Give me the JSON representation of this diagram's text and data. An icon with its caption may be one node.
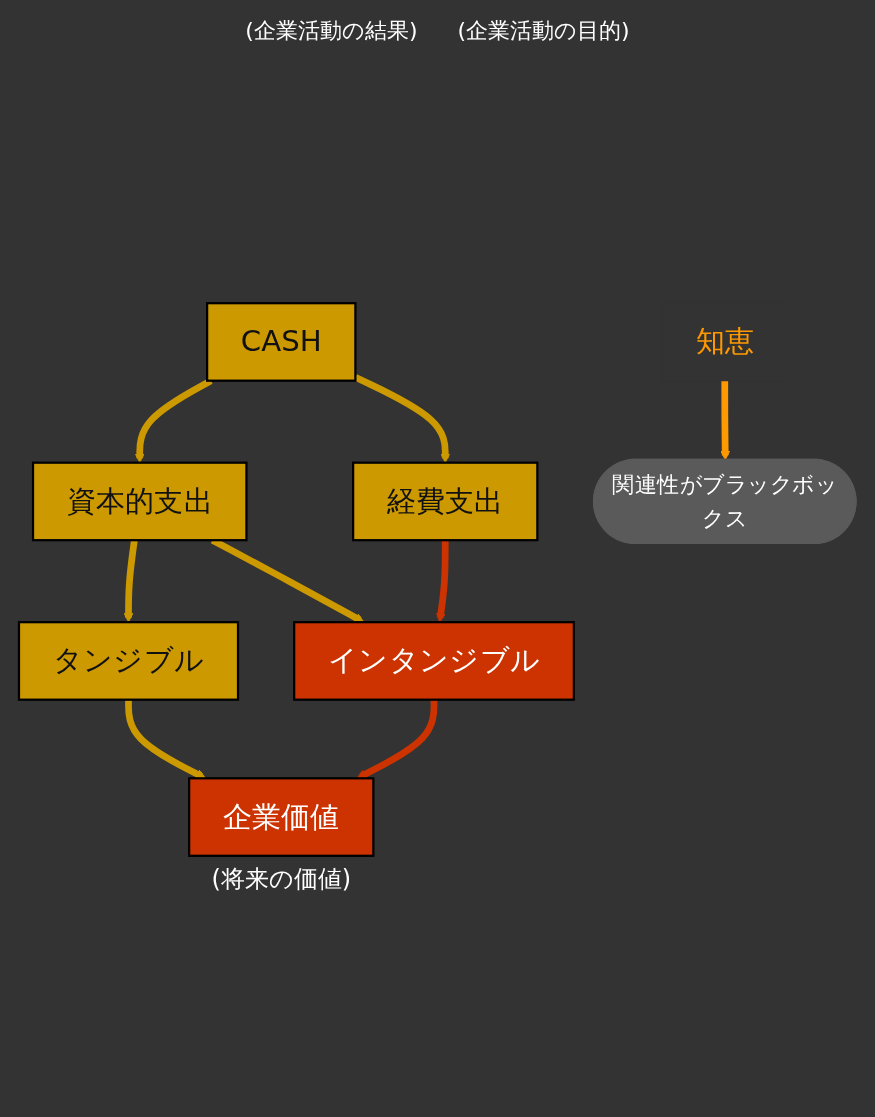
{
  "diagram": {
    "nodes": [
      {
        "text": [
          "CASH"
        ]
      },
      {
        "text": [
          "資本的支出"
        ]
      },
      {
        "text": [
          "経費支出"
        ]
      },
      {
        "text": [
          "タンジブル"
        ]
      },
      {
        "text": [
          "インタンジブル"
        ]
      },
      {
        "text": [
          "企業価値"
        ],
        "beside": [
          "(将来の価値)"
        ]
      },
      {
        "text": [
          "知恵"
        ]
      },
      {
        "text": [
          "関連性がブラックボックス"
        ]
      }
    ],
    "edges": [
      {
        "from": 0,
        "to": 1,
        "arrow": "to"
      },
      {
        "from": 0,
        "to": 2,
        "arrow": "to"
      },
      {
        "from": 1,
        "to": 3,
        "arrow": "to"
      },
      {
        "from": 1,
        "to": 4,
        "arrow": "to"
      },
      {
        "from": 2,
        "to": 4,
        "arrow": "to",
        "color": "#cc3300"
      },
      {
        "from": 3,
        "to": 5,
        "arrow": "to"
      },
      {
        "from": 4,
        "to": 5,
        "arrow": "to",
        "color": "#cc3300"
      },
      {
        "from": 6,
        "to": 7,
        "arrow": "to",
        "color": "#ff9900"
      }
    ],
    "labels": [
      "(企業活動の結果)",
      "(企業活動の目的)"
    ]
  }
}
